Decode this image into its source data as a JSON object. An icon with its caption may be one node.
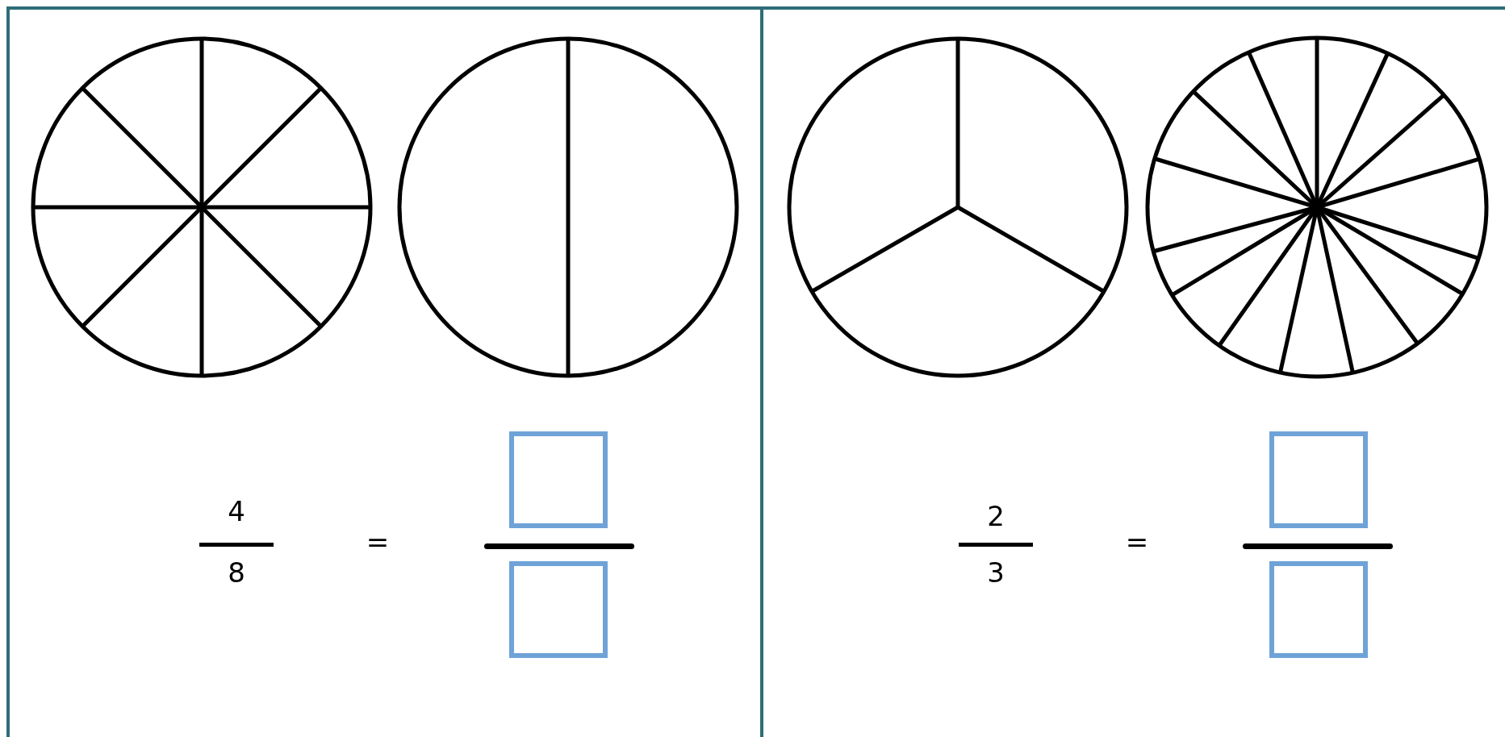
{
  "diagram": {
    "labels": [
      "4",
      "8",
      "=",
      "2",
      "3",
      "="
    ]
  }
}
